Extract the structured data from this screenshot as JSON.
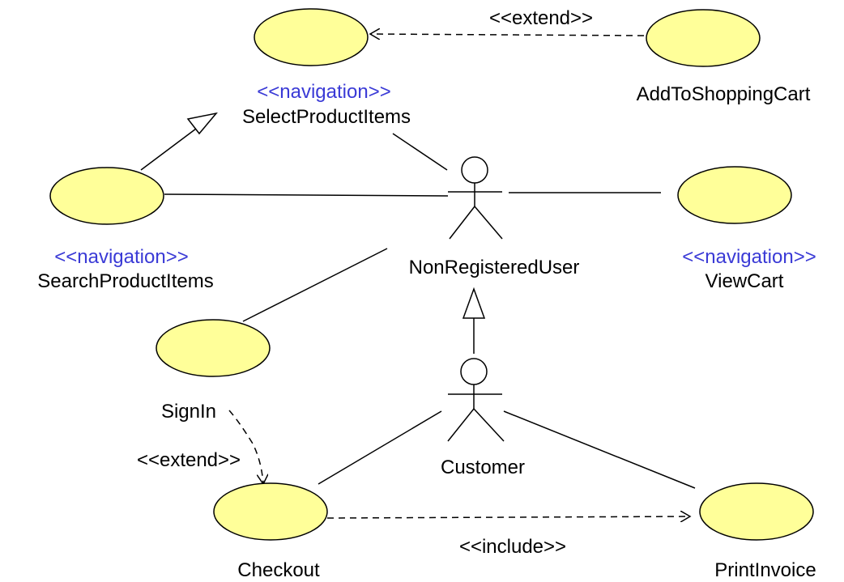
{
  "diagram": {
    "use_cases": {
      "select_product_items": {
        "name": "SelectProductItems",
        "stereotype": "<<navigation>>"
      },
      "add_to_shopping_cart": {
        "name": "AddToShoppingCart"
      },
      "search_product_items": {
        "name": "SearchProductItems",
        "stereotype": "<<navigation>>"
      },
      "view_cart": {
        "name": "ViewCart",
        "stereotype": "<<navigation>>"
      },
      "sign_in": {
        "name": "SignIn"
      },
      "checkout": {
        "name": "Checkout"
      },
      "print_invoice": {
        "name": "PrintInvoice"
      }
    },
    "actors": {
      "non_registered_user": {
        "name": "NonRegisteredUser"
      },
      "customer": {
        "name": "Customer"
      }
    },
    "relations": {
      "extend_add_to_select": "<<extend>>",
      "extend_signin_checkout": "<<extend>>",
      "include_checkout_print": "<<include>>"
    },
    "colors": {
      "use_case_fill": "#ffff99",
      "stereotype_text": "#3a3ad6",
      "line": "#000000"
    }
  }
}
